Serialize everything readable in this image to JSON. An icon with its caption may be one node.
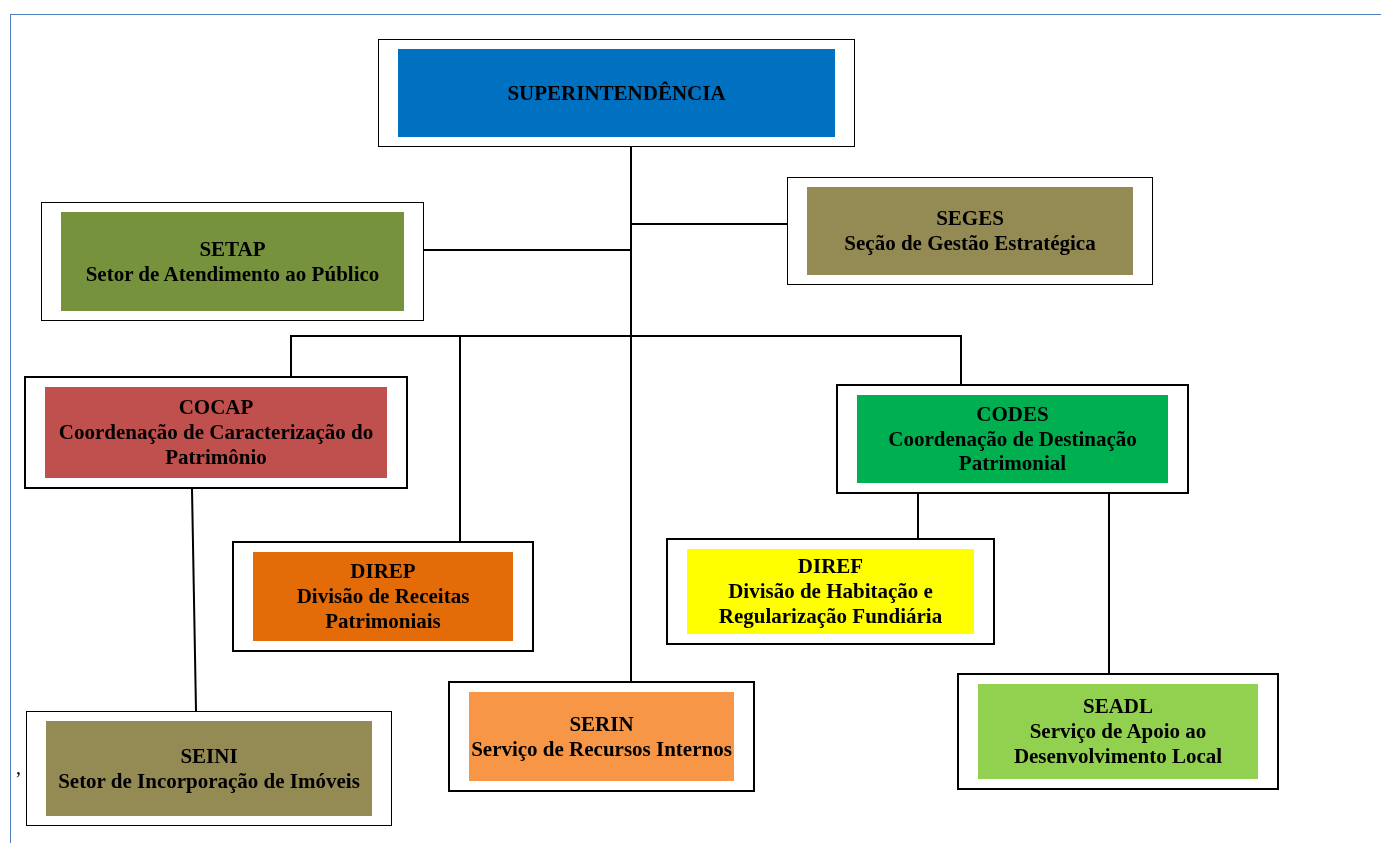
{
  "diagram": {
    "nodes": [
      {
        "text": [
          "SUPERINTENDÊNCIA"
        ]
      },
      {
        "text": [
          "SETAP",
          "Setor de Atendimento ao Público"
        ]
      },
      {
        "text": [
          "SEGES",
          "Seção de Gestão Estratégica"
        ]
      },
      {
        "text": [
          "COCAP",
          "Coordenação de Caracterização do Patrimônio"
        ]
      },
      {
        "text": [
          "CODES",
          "Coordenação de Destinação Patrimonial"
        ]
      },
      {
        "text": [
          "DIREP",
          "Divisão de Receitas Patrimoniais"
        ]
      },
      {
        "text": [
          "DIREF",
          "Divisão de Habitação e Regularização Fundiária"
        ]
      },
      {
        "text": [
          "SERIN",
          "Serviço de Recursos Internos"
        ]
      },
      {
        "text": [
          "SEADL",
          "Serviço de Apoio ao Desenvolvimento Local"
        ]
      },
      {
        "text": [
          "SEINI",
          "Setor de Incorporação de Imóveis"
        ]
      }
    ],
    "edges": [
      {
        "from": 0,
        "to": 1,
        "arrow": "none"
      },
      {
        "from": 0,
        "to": 2,
        "arrow": "none"
      },
      {
        "from": 0,
        "to": 3,
        "arrow": "none"
      },
      {
        "from": 0,
        "to": 5,
        "arrow": "none"
      },
      {
        "from": 0,
        "to": 7,
        "arrow": "none"
      },
      {
        "from": 0,
        "to": 4,
        "arrow": "none"
      },
      {
        "from": 3,
        "to": 9,
        "arrow": "none"
      },
      {
        "from": 4,
        "to": 6,
        "arrow": "none"
      },
      {
        "from": 4,
        "to": 8,
        "arrow": "none"
      }
    ],
    "labels": [
      ","
    ]
  }
}
